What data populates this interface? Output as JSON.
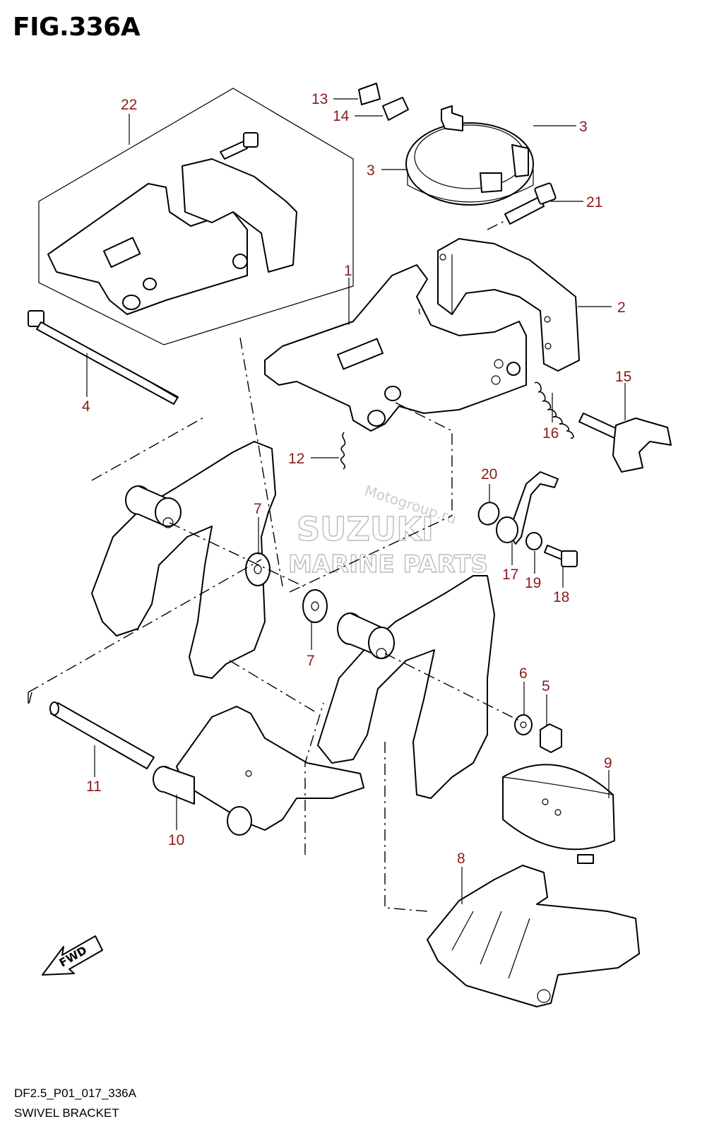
{
  "figure_title": "FIG.336A",
  "footer": {
    "code": "DF2.5_P01_017_336A",
    "title": "SWIVEL BRACKET"
  },
  "fwd_label": "FWD",
  "watermark": {
    "brand": "SUZUKI",
    "sub": "MARINE PARTS",
    "diagonal": "Motogroup.ru"
  },
  "label_color": "#8b1a1a",
  "parts": {
    "p1": "1",
    "p2": "2",
    "p3a": "3",
    "p3b": "3",
    "p4": "4",
    "p5": "5",
    "p6": "6",
    "p7a": "7",
    "p7b": "7",
    "p8": "8",
    "p9": "9",
    "p10": "10",
    "p11": "11",
    "p12": "12",
    "p13": "13",
    "p14": "14",
    "p15": "15",
    "p16": "16",
    "p17": "17",
    "p18": "18",
    "p19": "19",
    "p20": "20",
    "p21": "21",
    "p22": "22"
  }
}
